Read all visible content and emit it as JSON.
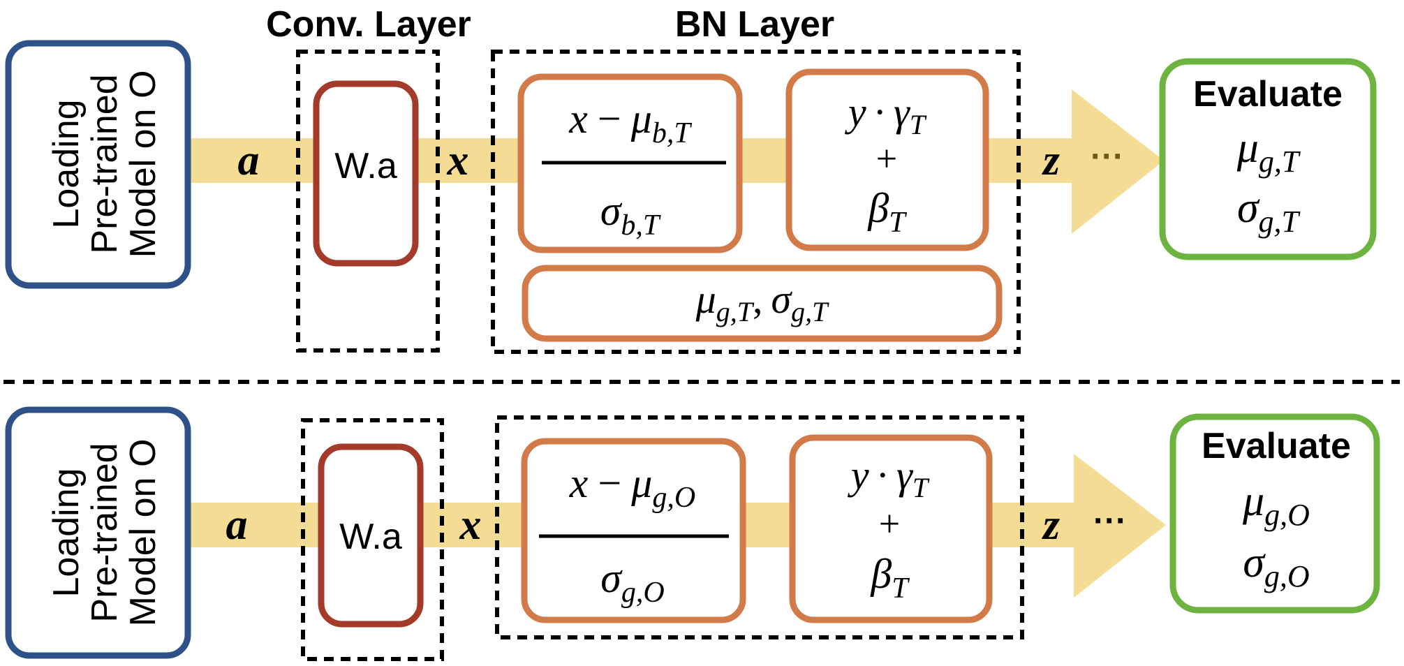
{
  "header": {
    "conv_layer": "Conv. Layer",
    "bn_layer": "BN Layer"
  },
  "colors": {
    "arrow": "#f4dc94",
    "loading_box": "#2e5287",
    "conv_box": "#a33a2a",
    "bn_box": "#d27a48",
    "evaluate_box": "#6cb33f",
    "text": "#000000"
  },
  "top": {
    "loading": [
      "Loading",
      "Pre-trained",
      "Model on O"
    ],
    "input_var": "a",
    "conv_text": "W.a",
    "conv_out_var": "x",
    "norm": {
      "num_x": "x",
      "minus": "−",
      "num_mu": "μ",
      "num_mu_sub": "b,T",
      "den_sigma": "σ",
      "den_sigma_sub": "b,T"
    },
    "scale": {
      "y": "y",
      "dot": "·",
      "gamma": "γ",
      "gamma_sub": "T",
      "plus": "+",
      "beta": "β",
      "beta_sub": "T"
    },
    "stats": {
      "mu": "μ",
      "mu_sub": "g,T",
      "comma": ",",
      "sigma": "σ",
      "sigma_sub": "g,T"
    },
    "output_var": "z",
    "ellipsis": "···",
    "evaluate": {
      "title": "Evaluate",
      "mu": "μ",
      "mu_sub": "g,T",
      "sigma": "σ",
      "sigma_sub": "g,T"
    }
  },
  "bottom": {
    "loading": [
      "Loading",
      "Pre-trained",
      "Model on O"
    ],
    "input_var": "a",
    "conv_text": "W.a",
    "conv_out_var": "x",
    "norm": {
      "num_x": "x",
      "minus": "−",
      "num_mu": "μ",
      "num_mu_sub": "g,O",
      "den_sigma": "σ",
      "den_sigma_sub": "g,O"
    },
    "scale": {
      "y": "y",
      "dot": "·",
      "gamma": "γ",
      "gamma_sub": "T",
      "plus": "+",
      "beta": "β",
      "beta_sub": "T"
    },
    "output_var": "z",
    "ellipsis": "···",
    "evaluate": {
      "title": "Evaluate",
      "mu": "μ",
      "mu_sub": "g,O",
      "sigma": "σ",
      "sigma_sub": "g,O"
    }
  }
}
